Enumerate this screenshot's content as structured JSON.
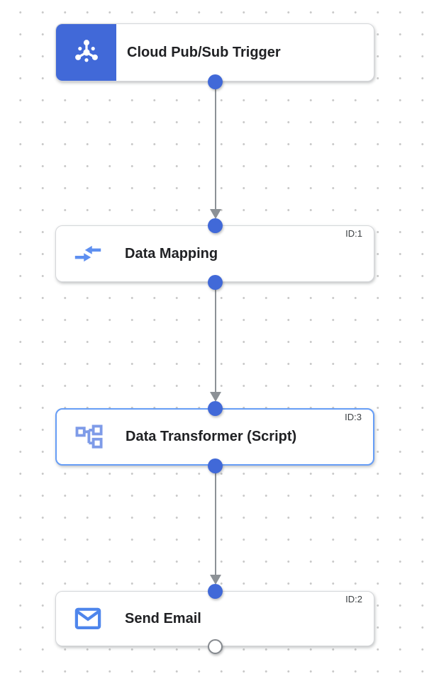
{
  "app": {
    "description": "Integration workflow canvas with a trigger and three task nodes connected vertically"
  },
  "colors": {
    "accent-blue": "#4169d8",
    "mapping-icon-blue": "#5e8ff0",
    "transformer-icon-blue": "#7e9be8",
    "email-icon-blue": "#4f86ec",
    "selected-border": "#669df6",
    "connector-gray": "#8c9196",
    "node-border": "#d5d7da",
    "title-text": "#202124",
    "id-text": "#3c4043",
    "grid-dot": "#c9c9c9",
    "hollow-dot-border": "#85898e"
  },
  "nodes": [
    {
      "title": "Cloud Pub/Sub Trigger",
      "id_label": "",
      "type": "trigger",
      "icon": "cloud-pubsub-icon",
      "selected": false
    },
    {
      "title": "Data Mapping",
      "id_label": "ID:1",
      "type": "task",
      "icon": "data-mapping-icon",
      "selected": false
    },
    {
      "title": "Data Transformer (Script)",
      "id_label": "ID:3",
      "type": "task",
      "icon": "data-transformer-icon",
      "selected": true
    },
    {
      "title": "Send Email",
      "id_label": "ID:2",
      "type": "task",
      "icon": "send-email-icon",
      "selected": false
    }
  ],
  "edges": [
    {
      "from": "Cloud Pub/Sub Trigger",
      "to": "Data Mapping"
    },
    {
      "from": "Data Mapping",
      "to": "Data Transformer (Script)"
    },
    {
      "from": "Data Transformer (Script)",
      "to": "Send Email"
    }
  ]
}
